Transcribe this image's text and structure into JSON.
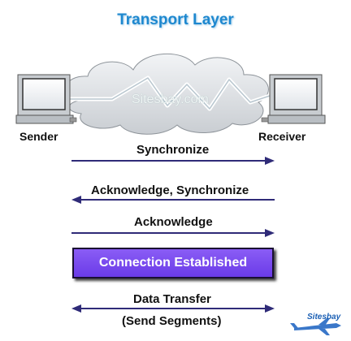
{
  "title": "Transport Layer",
  "watermark": "Sitesbay.com",
  "sender_label": "Sender",
  "receiver_label": "Receiver",
  "messages": [
    {
      "label": "Synchronize",
      "direction": "right"
    },
    {
      "label": "Acknowledge, Synchronize",
      "direction": "left"
    },
    {
      "label": "Acknowledge",
      "direction": "right"
    },
    {
      "label": "Data Transfer",
      "direction": "both"
    }
  ],
  "banner": "Connection Established",
  "data_transfer_sub": "(Send Segments)",
  "logo_text": "Sitesbay",
  "colors": {
    "title": "#1e88cf",
    "arrow": "#2f2b78",
    "banner": "#7a4df0"
  }
}
